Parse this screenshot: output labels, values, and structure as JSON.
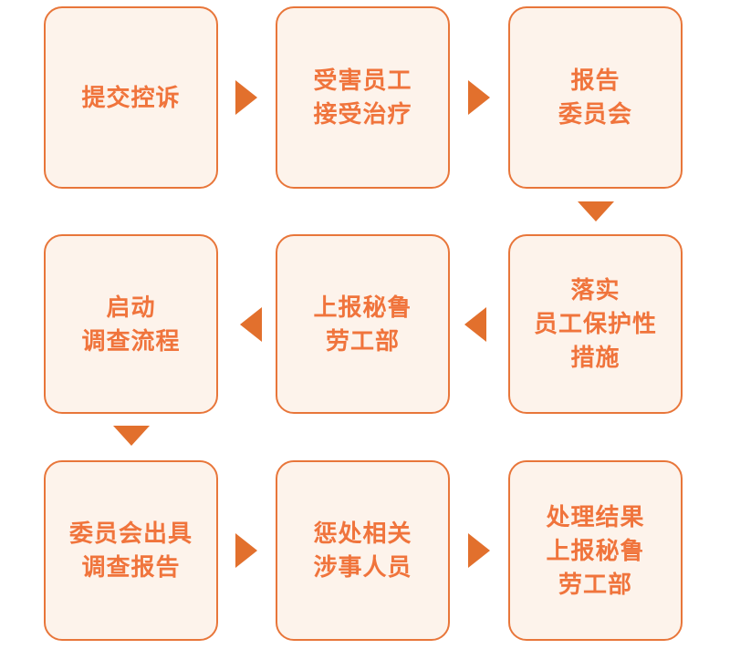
{
  "colors": {
    "box_background": "#FDF3EB",
    "box_border": "#E8763A",
    "text": "#F0743C",
    "arrow": "#E2702D",
    "canvas_background": "#FFFFFF"
  },
  "flowchart": {
    "nodes": [
      {
        "id": "submit-complaint",
        "label": "提交控诉",
        "row": 1,
        "col": 1
      },
      {
        "id": "employee-treatment",
        "label": "受害员工\n接受治疗",
        "row": 1,
        "col": 2
      },
      {
        "id": "report-committee",
        "label": "报告\n委员会",
        "row": 1,
        "col": 3
      },
      {
        "id": "protective-measures",
        "label": "落实\n员工保护性\n措施",
        "row": 2,
        "col": 3
      },
      {
        "id": "report-labor-ministry",
        "label": "上报秘鲁\n劳工部",
        "row": 2,
        "col": 2
      },
      {
        "id": "start-investigation",
        "label": "启动\n调查流程",
        "row": 2,
        "col": 1
      },
      {
        "id": "investigation-report",
        "label": "委员会出具\n调查报告",
        "row": 3,
        "col": 1
      },
      {
        "id": "punish-involved",
        "label": "惩处相关\n涉事人员",
        "row": 3,
        "col": 2
      },
      {
        "id": "report-results",
        "label": "处理结果\n上报秘鲁\n劳工部",
        "row": 3,
        "col": 3
      }
    ],
    "arrows": [
      {
        "direction": "right",
        "from": "submit-complaint",
        "to": "employee-treatment"
      },
      {
        "direction": "right",
        "from": "employee-treatment",
        "to": "report-committee"
      },
      {
        "direction": "down",
        "from": "report-committee",
        "to": "protective-measures"
      },
      {
        "direction": "left",
        "from": "protective-measures",
        "to": "report-labor-ministry"
      },
      {
        "direction": "left",
        "from": "report-labor-ministry",
        "to": "start-investigation"
      },
      {
        "direction": "down",
        "from": "start-investigation",
        "to": "investigation-report"
      },
      {
        "direction": "right",
        "from": "investigation-report",
        "to": "punish-involved"
      },
      {
        "direction": "right",
        "from": "punish-involved",
        "to": "report-results"
      }
    ]
  }
}
